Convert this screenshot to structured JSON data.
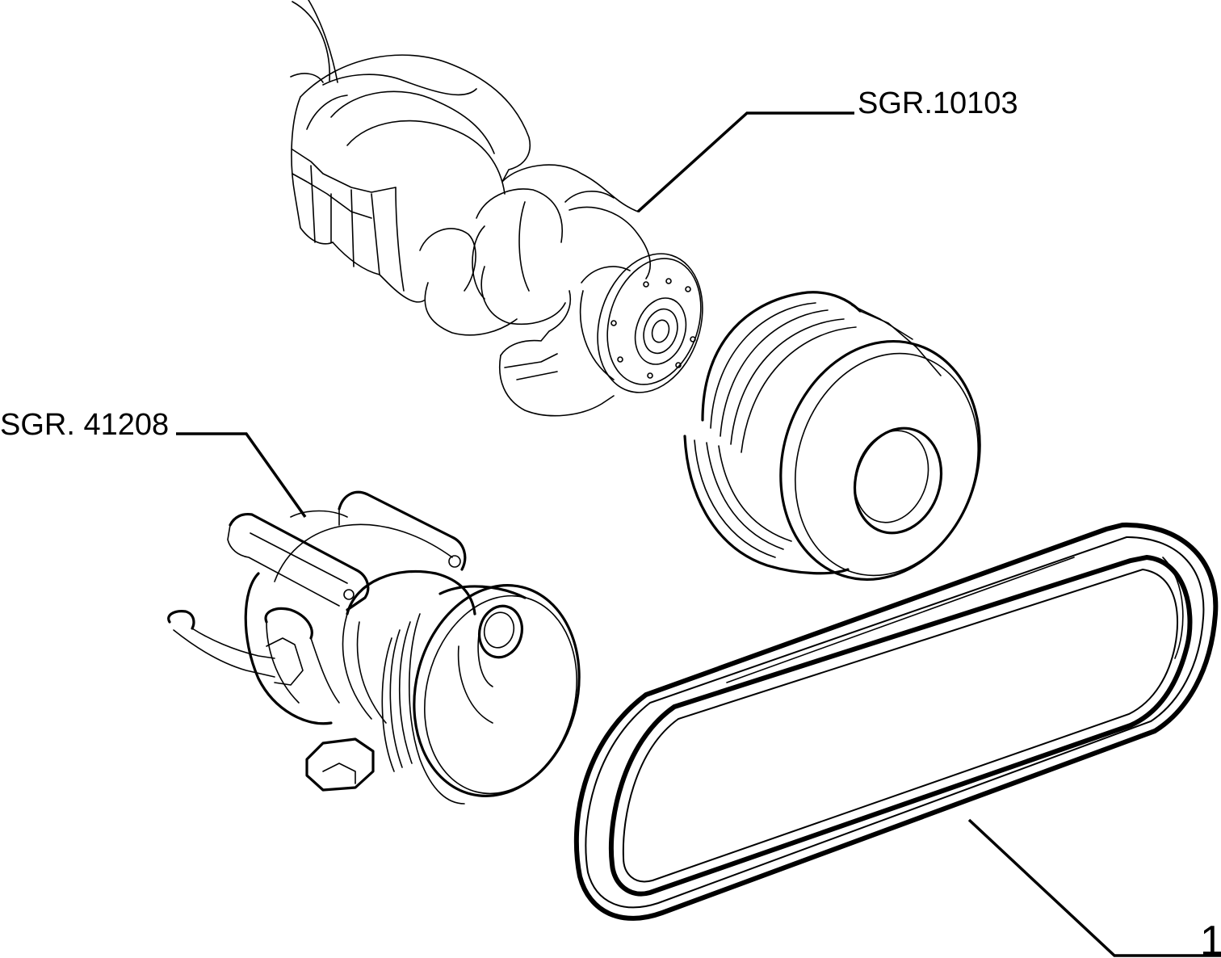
{
  "callouts": {
    "crankshaft_ref": "SGR.10103",
    "water_pump_ref": "SGR. 41208",
    "belt_number": "1"
  },
  "colors": {
    "line": "#000000",
    "background": "#ffffff"
  }
}
